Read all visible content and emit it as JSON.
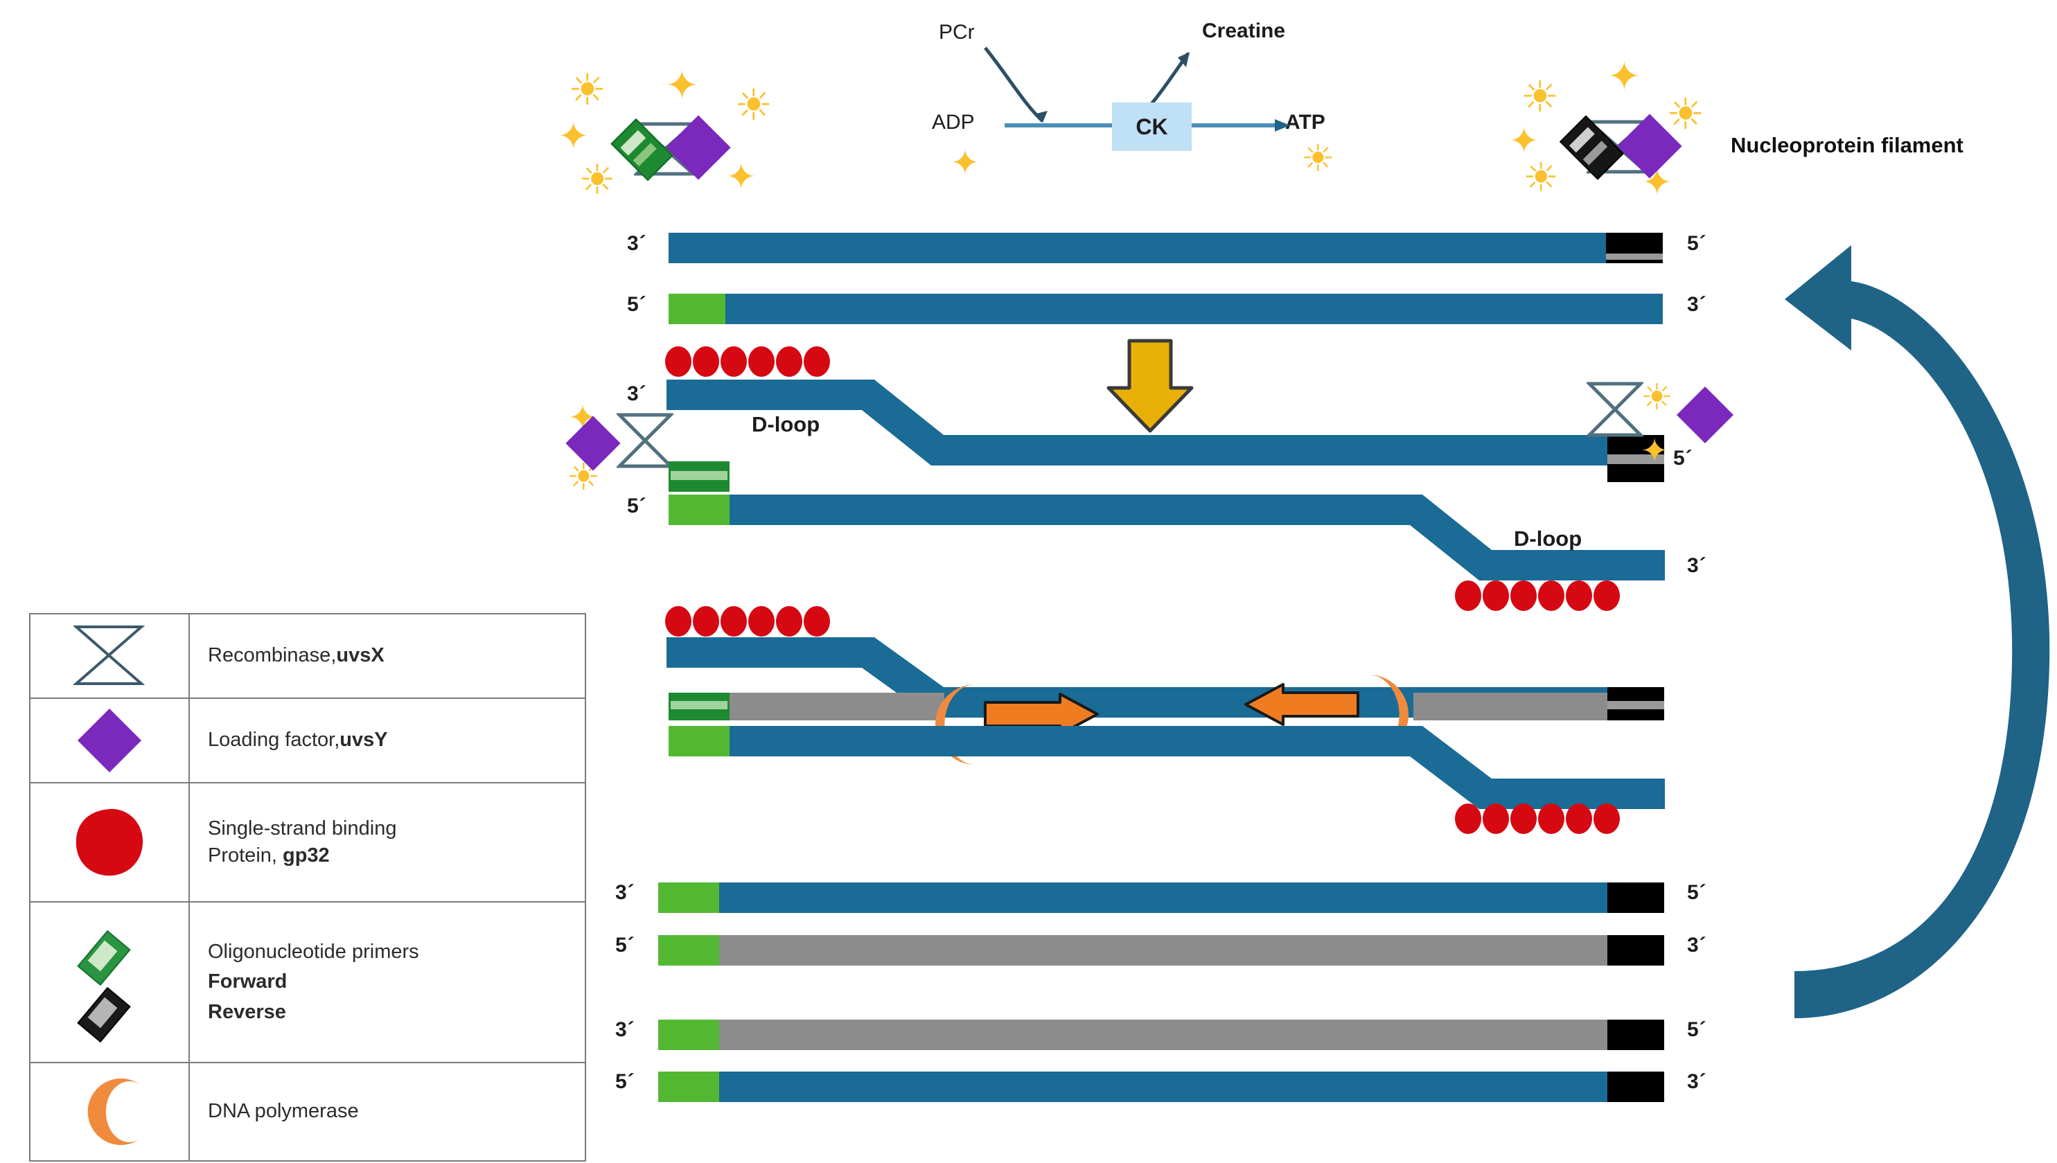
{
  "figure": {
    "title_label": "Nucleoprotein filament",
    "dloop_label_left": "D-loop",
    "dloop_label_right": "D-loop",
    "end_3": "3´",
    "end_5": "5´"
  },
  "ck_reaction": {
    "substrate_in": "ADP",
    "product_out": "ATP",
    "cofactor_in": "PCr",
    "cofactor_out": "Creatine",
    "enzyme": "CK",
    "enzyme_box_color": "#bfe0f5",
    "arrow_color": "#4a8fb5"
  },
  "legend": {
    "items": [
      {
        "icon": "recombinase-hourglass-icon",
        "text_plain": "Recombinase, ",
        "text_bold": "uvsX",
        "text_line2": "",
        "text_line3": ""
      },
      {
        "icon": "loading-factor-diamond-icon",
        "text_plain": "Loading factor, ",
        "text_bold": "uvsY",
        "text_line2": "",
        "text_line3": ""
      },
      {
        "icon": "ssb-protein-blob-icon",
        "text_plain": "Single-strand binding",
        "text_bold": "gp32",
        "text_line2": "Protein, ",
        "text_line3": ""
      },
      {
        "icon": "oligonucleotide-primers-icon",
        "text_plain": "Oligonucleotide primers",
        "text_bold": "Forward",
        "text_line2": "Reverse",
        "text_line3": ""
      },
      {
        "icon": "dna-polymerase-pacman-icon",
        "text_plain": "DNA polymerase",
        "text_bold": "",
        "text_line2": "",
        "text_line3": ""
      }
    ]
  },
  "colors": {
    "template_strand": "#1a6b96",
    "new_strand": "#8c8c8c",
    "forward_primer": "#52b832",
    "forward_primer_dark": "#1d8a32",
    "reverse_primer": "#000000",
    "ssb_protein": "#d60812",
    "loading_factor": "#7b28bd",
    "polymerase": "#f08a3c",
    "sparkle": "#fbc02d",
    "step_arrow": "#e8b006",
    "cycle_arrow": "#1f6387",
    "legend_border": "#7a7a7a"
  },
  "steps": [
    {
      "name": "step-1-target-dsdna",
      "description": "Double-stranded target DNA with forward primer site (green) and reverse primer site (black)"
    },
    {
      "name": "step-2-d-loop-invasion",
      "description": "Recombinase-primer filaments invade duplex forming D-loops, gp32 coats displaced strands"
    },
    {
      "name": "step-3-polymerase-extension",
      "description": "DNA polymerase extends primers synthesizing new strands (gray)"
    },
    {
      "name": "step-4-products",
      "description": "Two daughter duplexes each carrying forward and reverse primer ends"
    }
  ]
}
